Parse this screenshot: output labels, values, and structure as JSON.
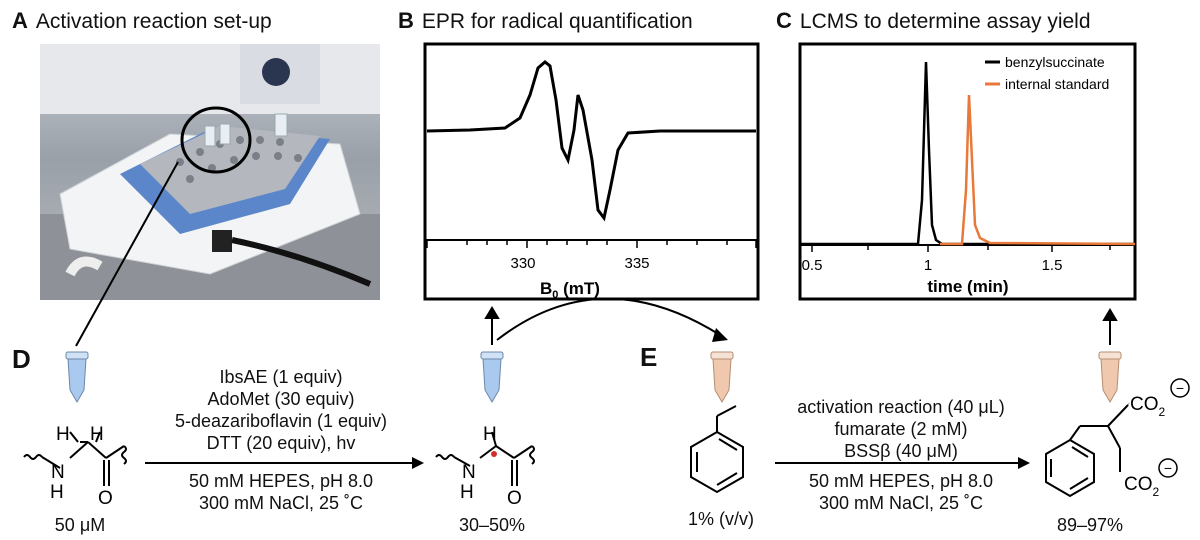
{
  "panels": {
    "A": {
      "letter": "A",
      "title": "Activation reaction set-up"
    },
    "B": {
      "letter": "B",
      "title": "EPR for radical quantification"
    },
    "C": {
      "letter": "C",
      "title": "LCMS to determine assay yield"
    },
    "D": {
      "letter": "D"
    },
    "E": {
      "letter": "E"
    }
  },
  "epr": {
    "xlabel_main": "B",
    "xlabel_sub": "0",
    "xlabel_unit": " (mT)",
    "ticks": [
      "330",
      "335"
    ]
  },
  "lcms": {
    "xlabel": "time (min)",
    "ticks": [
      "0.5",
      "1",
      "1.5"
    ],
    "legend": [
      {
        "name": "benzylsuccinate",
        "color": "#000000"
      },
      {
        "name": "internal standard",
        "color": "#e8793a"
      }
    ]
  },
  "reaction_D": {
    "conditions_above": [
      "IbsAE (1 equiv)",
      "AdoMet (30 equiv)",
      "5-deazariboflavin (1 equiv)",
      "DTT (20 equiv), hv"
    ],
    "conditions_below": [
      "50 mM HEPES, pH 8.0",
      "300 mM NaCl, 25 ˚C"
    ],
    "start_amount": "50 μM",
    "product_yield": "30–50%",
    "atoms": {
      "H": "H",
      "N": "N",
      "O": "O"
    }
  },
  "reaction_E": {
    "conditions_above": [
      "activation reaction (40 μL)",
      "fumarate (2 mM)",
      "BSSβ (40 μM)"
    ],
    "conditions_below": [
      "50 mM HEPES, pH 8.0",
      "300 mM NaCl, 25 ˚C"
    ],
    "start_amount": "1% (v/v)",
    "product_yield": "89–97%",
    "co2": "CO",
    "co2_sub": "2",
    "charge": "−"
  }
}
